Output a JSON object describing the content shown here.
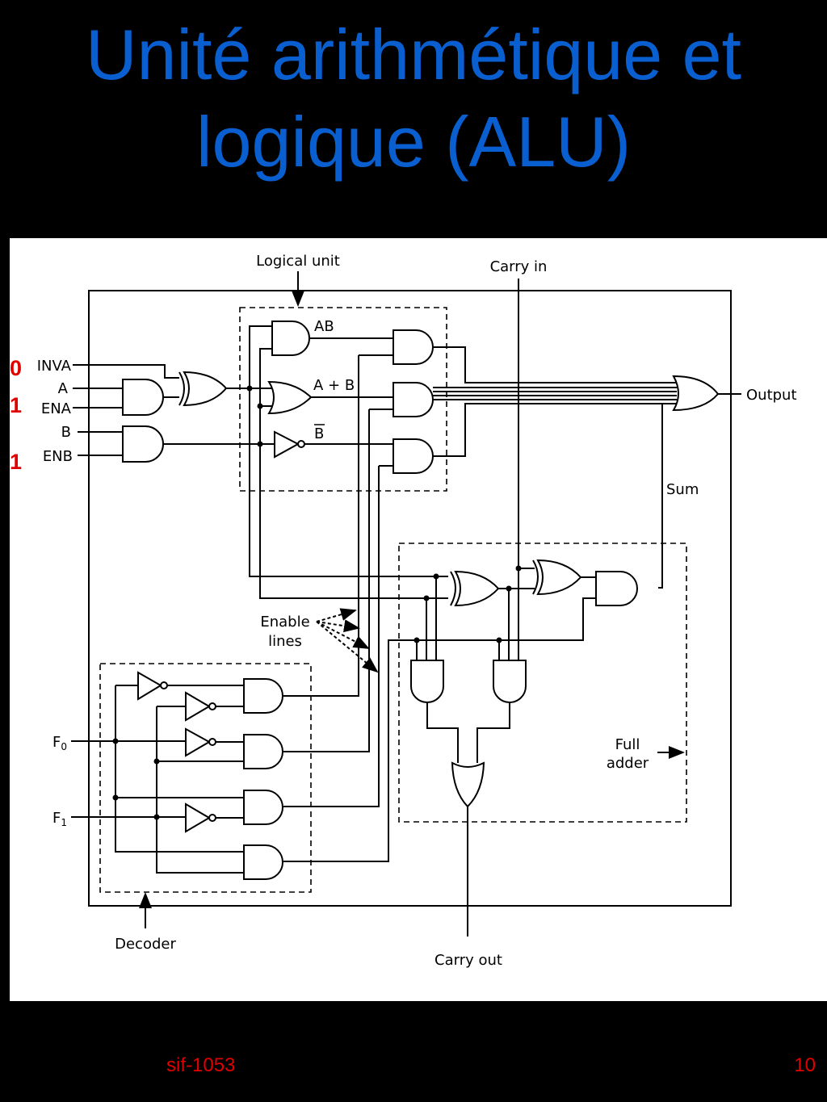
{
  "slide": {
    "title_line1": "Unité arithmétique et",
    "title_line2": "logique (ALU)",
    "footer_left": "sif-1053",
    "page_number": "10"
  },
  "annotations": {
    "inva_value": "0",
    "ena_value": "1",
    "enb_value": "1"
  },
  "diagram": {
    "logical_unit": "Logical unit",
    "carry_in": "Carry in",
    "inputs": {
      "inva": "INVA",
      "a": "A",
      "ena": "ENA",
      "b": "B",
      "enb": "ENB",
      "f0": "F",
      "f0_sub": "0",
      "f1": "F",
      "f1_sub": "1"
    },
    "ab": "AB",
    "a_plus_b": "A + B",
    "b_bar": "B",
    "output": "Output",
    "sum": "Sum",
    "enable_lines_1": "Enable",
    "enable_lines_2": "lines",
    "full_adder_1": "Full",
    "full_adder_2": "adder",
    "decoder": "Decoder",
    "carry_out": "Carry out"
  }
}
